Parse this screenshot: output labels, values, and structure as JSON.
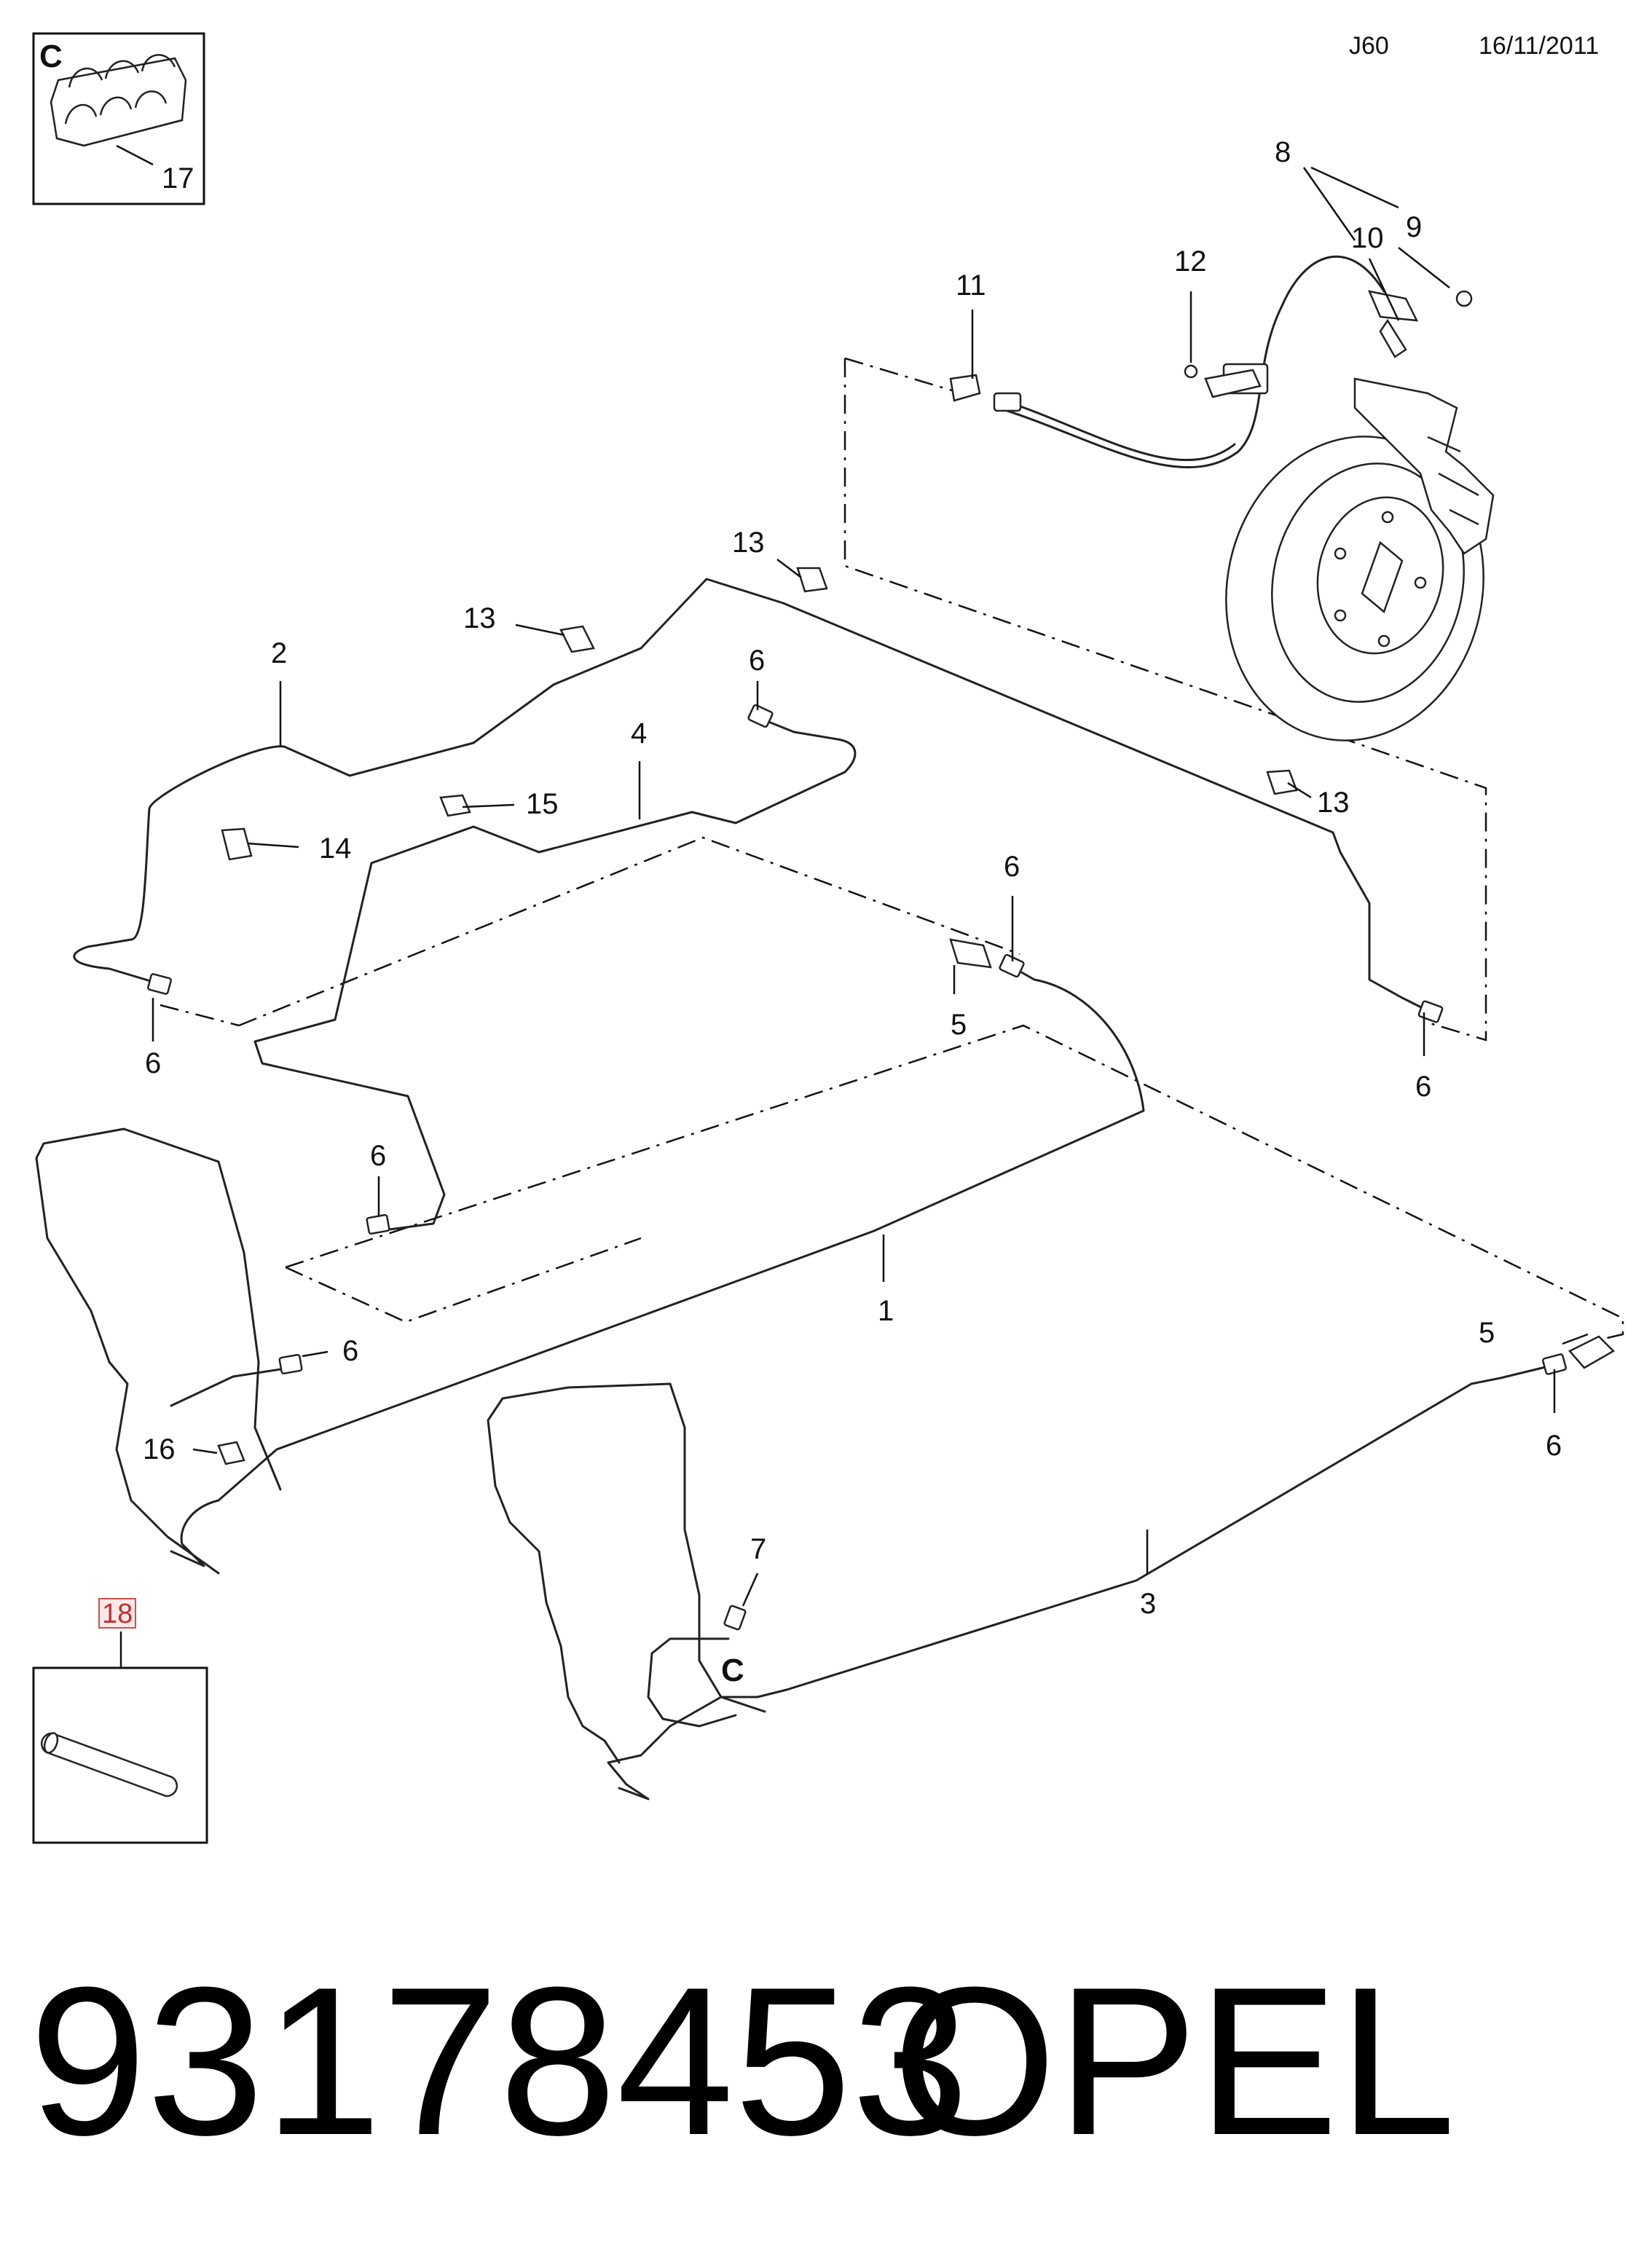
{
  "header": {
    "code": "J60",
    "date": "16/11/2011"
  },
  "inset_c": {
    "letter": "C",
    "callout": "17"
  },
  "inset_18": {
    "callout": "18"
  },
  "callouts": {
    "c1": "1",
    "c2": "2",
    "c3": "3",
    "c4": "4",
    "c5a": "5",
    "c5b": "5",
    "c6a": "6",
    "c6b": "6",
    "c6c": "6",
    "c6d": "6",
    "c6e": "6",
    "c6f": "6",
    "c6g": "6",
    "c7": "7",
    "c8": "8",
    "c9": "9",
    "c10": "10",
    "c11": "11",
    "c12": "12",
    "c13a": "13",
    "c13b": "13",
    "c13c": "13",
    "c14": "14",
    "c15": "15",
    "c16": "16",
    "detail_c": "C"
  },
  "footer": {
    "part_number": "93178453",
    "brand": "OPEL"
  }
}
